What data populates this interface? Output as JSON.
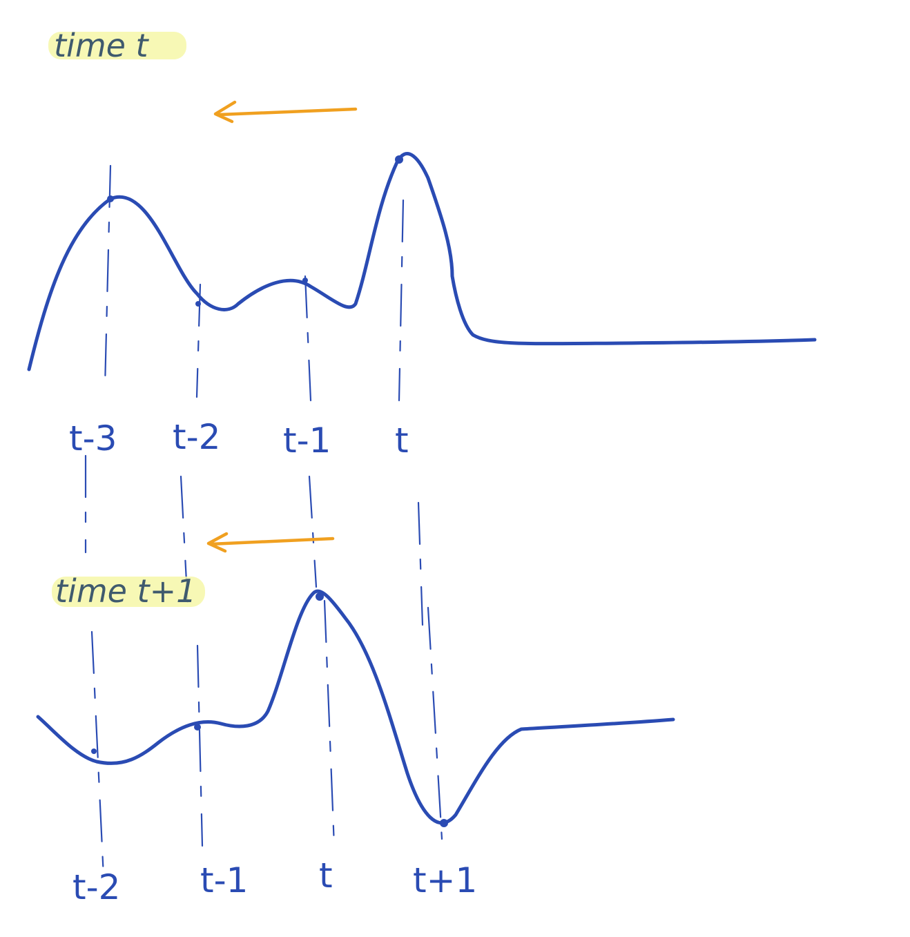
{
  "panels": [
    {
      "title": "time t",
      "tick_labels": [
        "t-3",
        "t-2",
        "t-1",
        "t"
      ]
    },
    {
      "title": "time t+1",
      "tick_labels": [
        "t-2",
        "t-1",
        "t",
        "t+1"
      ]
    }
  ],
  "colors": {
    "ink": "#2a4bb3",
    "arrow": "#f0a020",
    "highlight": "#f6f7a8",
    "title_ink": "#3f5a6e"
  },
  "icons": {
    "shift_arrow": "left-arrow-icon"
  }
}
